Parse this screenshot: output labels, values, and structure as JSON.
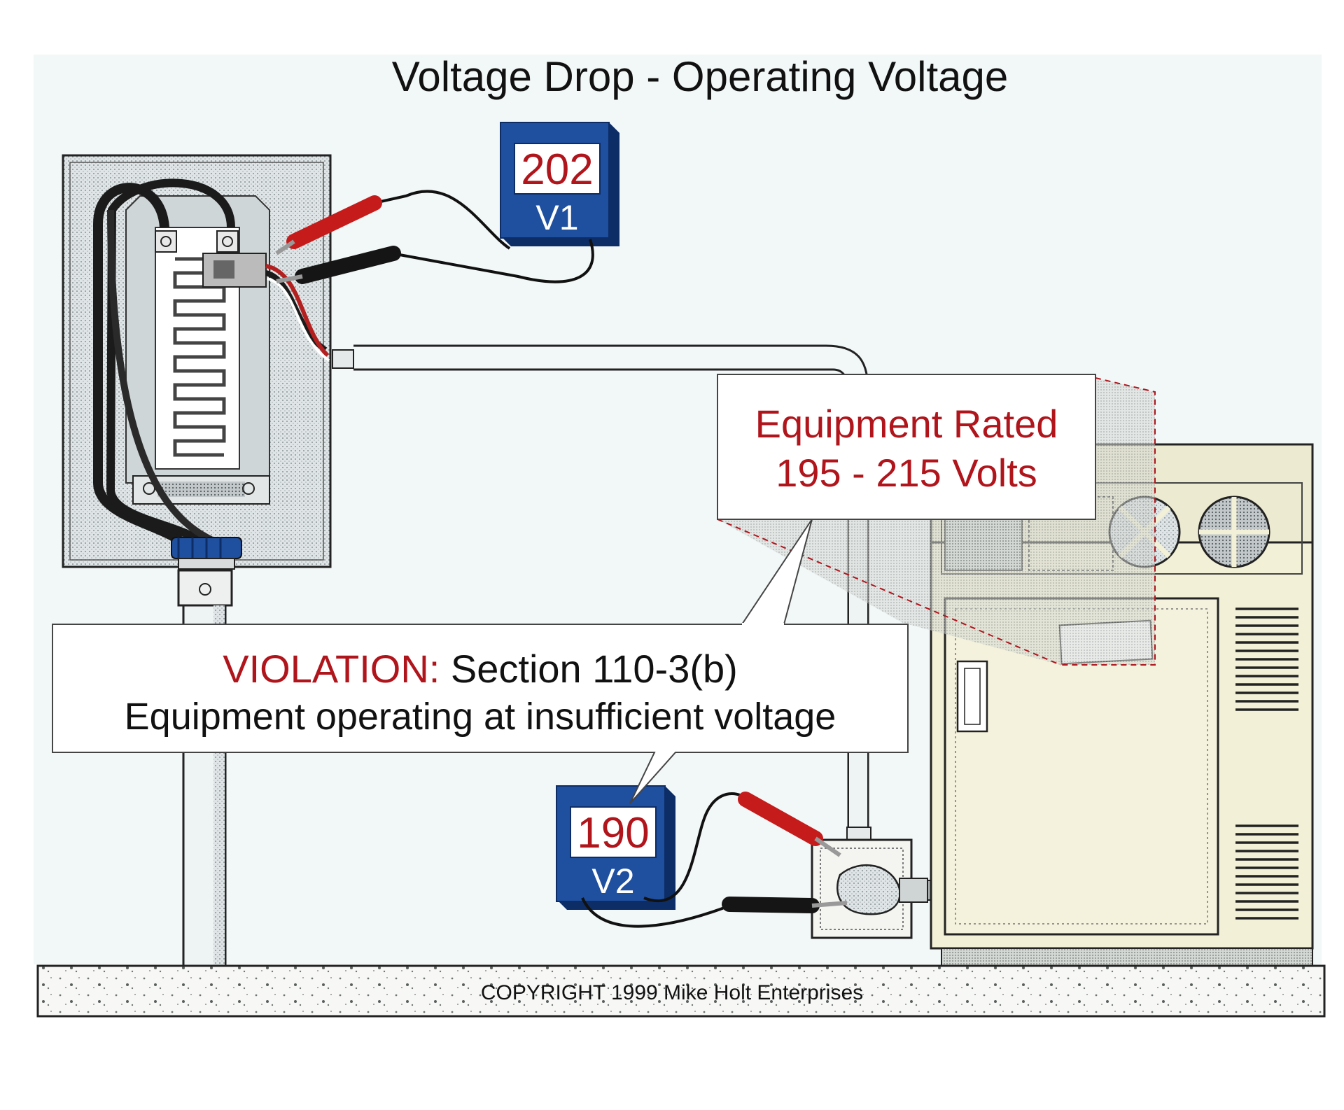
{
  "title": "Voltage Drop - Operating Voltage",
  "meter_v1": {
    "reading": "202",
    "label": "V1"
  },
  "meter_v2": {
    "reading": "190",
    "label": "V2"
  },
  "rating_callout": {
    "line1": "Equipment Rated",
    "line2": "195 - 215 Volts"
  },
  "violation_callout": {
    "prefix": "VIOLATION:",
    "section": " Section 110-3(b)",
    "line2": "Equipment operating at insufficient voltage"
  },
  "copyright": "COPYRIGHT 1999   Mike Holt Enterprises",
  "colors": {
    "meter_blue": "#1f4f9f",
    "reading_red": "#b0151c",
    "callout_red": "#b0151c",
    "equipment_fill": "#f2f0d6",
    "background": "#f2f7f8"
  }
}
